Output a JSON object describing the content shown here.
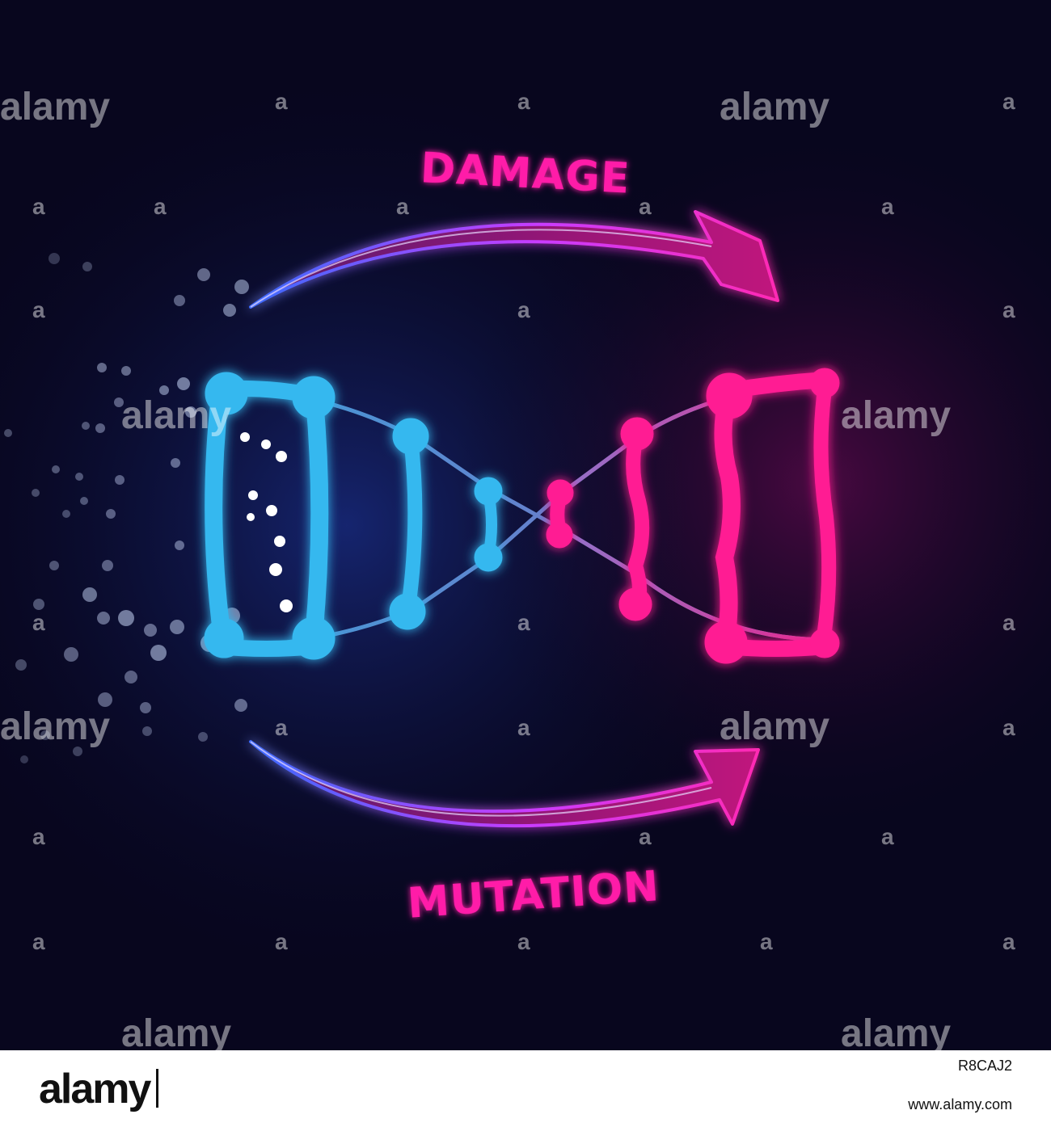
{
  "labels": {
    "top": "DAMAGE",
    "bottom": "MUTATION"
  },
  "watermark": {
    "tile": "alamy",
    "tile_small": "a"
  },
  "footer": {
    "logo": "alamy",
    "image_id": "R8CAJ2",
    "url": "www.alamy.com"
  },
  "colors": {
    "background": "#08061e",
    "healthy": "#36b8ef",
    "damaged": "#ff1c93",
    "arc": "#8a2cff",
    "label": "#ff1fa8"
  },
  "icons": [
    "damage-arrow-icon",
    "mutation-arrow-icon",
    "dna-helix-icon",
    "particle-icon"
  ]
}
